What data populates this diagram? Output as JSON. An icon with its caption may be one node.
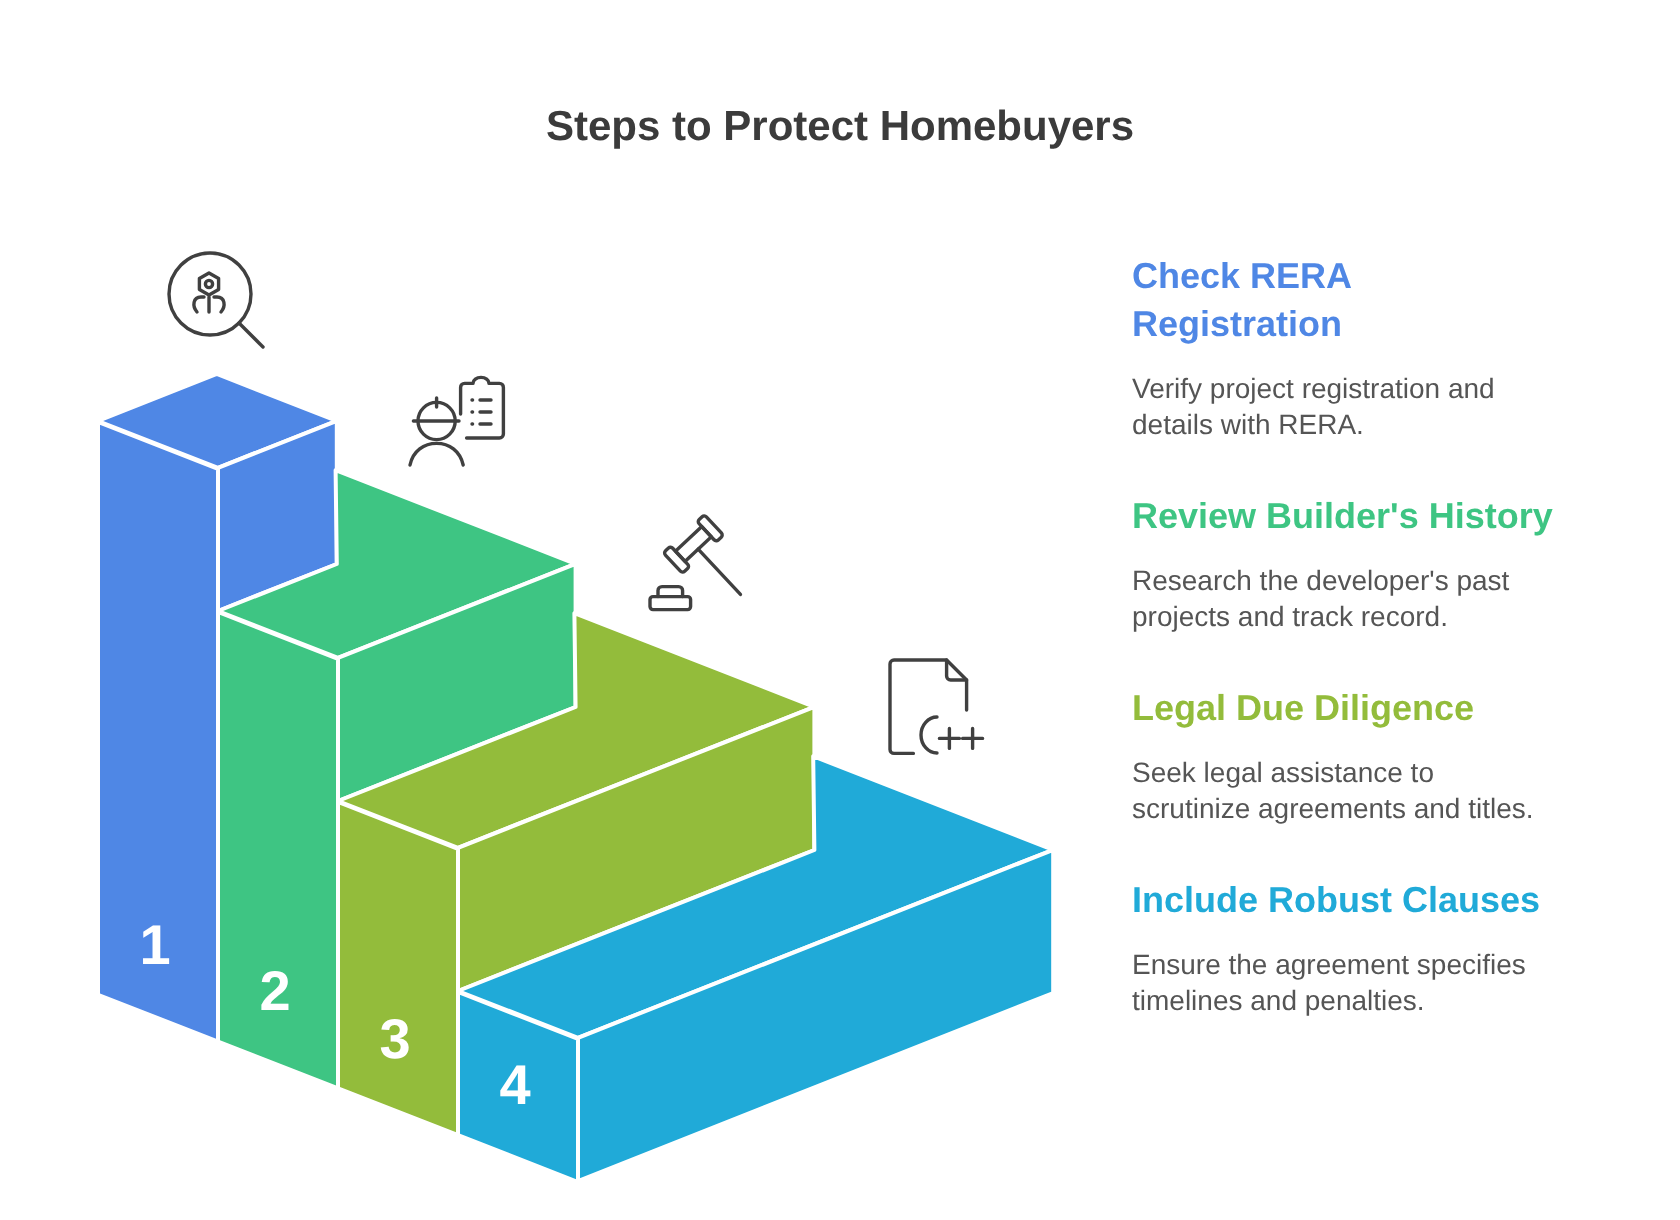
{
  "diagram": {
    "title": "Steps to Protect Homebuyers",
    "nodes": [
      {
        "text": [
          "1"
        ],
        "beside": [
          "Check RERA Registration",
          "Verify project registration and details with RERA."
        ]
      },
      {
        "text": [
          "2"
        ],
        "beside": [
          "Review Builder's History",
          "Research the developer's past projects and track record."
        ]
      },
      {
        "text": [
          "3"
        ],
        "beside": [
          "Legal Due Diligence",
          "Seek legal assistance to scrutinize agreements and titles."
        ]
      },
      {
        "text": [
          "4"
        ],
        "beside": [
          "Include Robust Clauses",
          "Ensure the agreement specifies timelines and penalties."
        ]
      }
    ]
  }
}
